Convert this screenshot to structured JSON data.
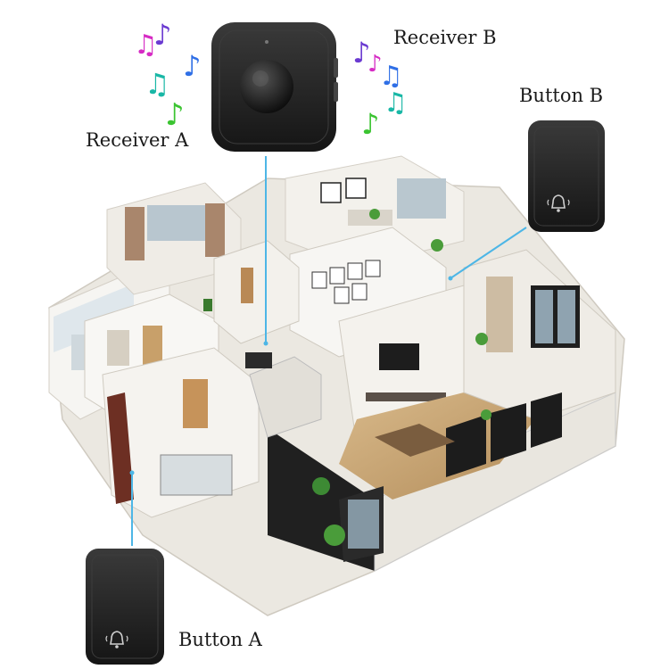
{
  "labels": {
    "receiver_a": "Receiver A",
    "receiver_b": "Receiver B",
    "button_a": "Button A",
    "button_b": "Button B"
  },
  "colors": {
    "device_body": "#1e1e1e",
    "connector_line": "#4db6e6",
    "note_magenta": "#d62bc4",
    "note_purple": "#6a3ad1",
    "note_blue": "#2f6fe6",
    "note_teal": "#19b7a6",
    "note_green": "#3bc431",
    "wall": "#f4f2ee",
    "floor_wood": "#c9a97a",
    "floor_tile": "#e6e3dc"
  },
  "icons": {
    "receiver": "doorbell-receiver-icon",
    "button": "doorbell-push-button-icon",
    "bell": "bell-icon",
    "music_notes": "music-note-icon"
  }
}
